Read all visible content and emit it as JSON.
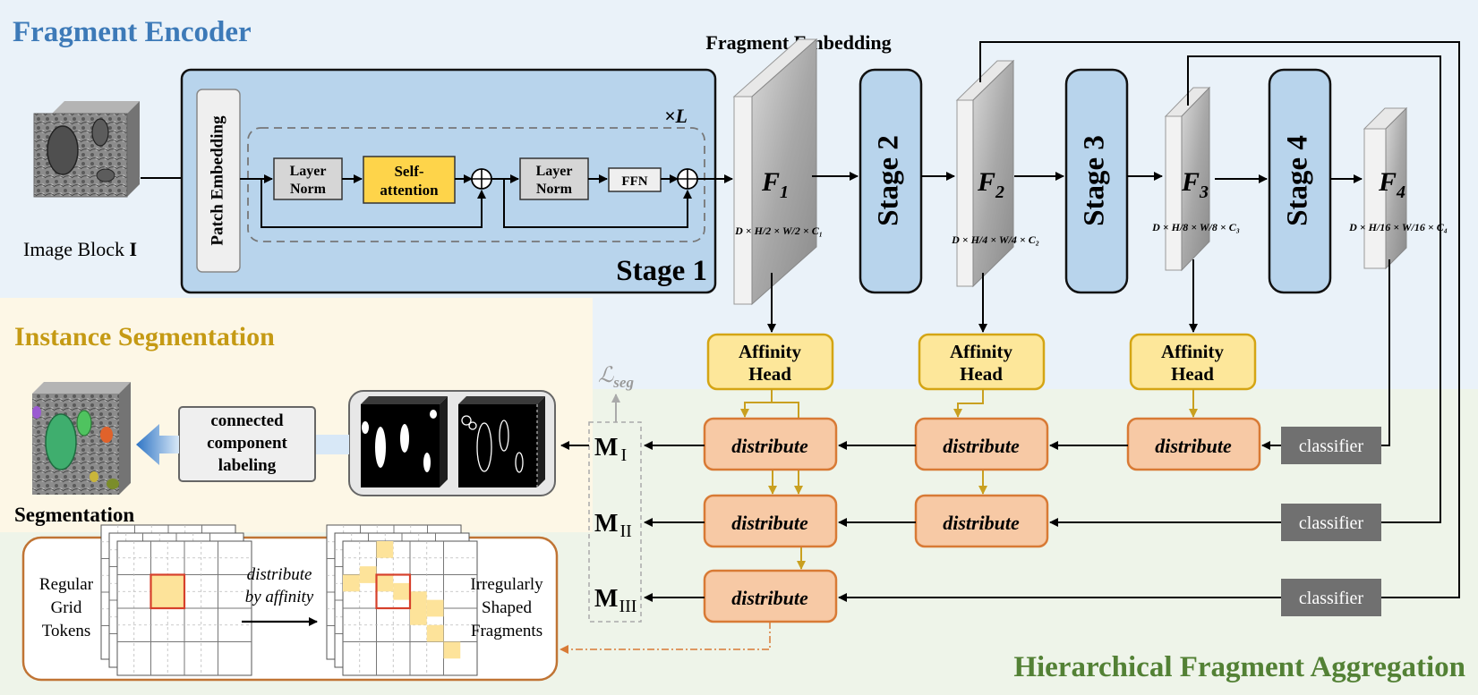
{
  "sections": {
    "encoder": "Fragment Encoder",
    "instance": "Instance Segmentation",
    "aggregation": "Hierarchical Fragment Aggregation"
  },
  "input": {
    "label_text": "Image Block ",
    "label_bold": "I"
  },
  "stage1": {
    "title": "Stage 1",
    "patch_embedding": "Patch Embedding",
    "repeat": "×L",
    "layer_norm_1": [
      "Layer",
      "Norm"
    ],
    "self_attention": [
      "Self-",
      "attention"
    ],
    "layer_norm_2": [
      "Layer",
      "Norm"
    ],
    "ffn": "FFN"
  },
  "fragment_embedding": "Fragment Embedding",
  "stages": [
    "Stage  2",
    "Stage  3",
    "Stage  4"
  ],
  "features": [
    {
      "name": "F",
      "sub": "1",
      "dims": "D × H/2 × W/2 × C₁"
    },
    {
      "name": "F",
      "sub": "2",
      "dims": "D × H/4 × W/4 × C₂"
    },
    {
      "name": "F",
      "sub": "3",
      "dims": "D × H/8 × W/8 × C₃"
    },
    {
      "name": "F",
      "sub": "4",
      "dims": "D × H/16 × W/16 × C₄"
    }
  ],
  "affinity_head": [
    "Affinity",
    "Head"
  ],
  "distribute": "distribute",
  "classifier": "classifier",
  "loss": {
    "symbol": "ℒ",
    "sub": "seg"
  },
  "masks": [
    {
      "letter": "M",
      "sub": "I"
    },
    {
      "letter": "M",
      "sub": "II"
    },
    {
      "letter": "M",
      "sub": "III"
    }
  ],
  "ccl": [
    "connected",
    "component",
    "labeling"
  ],
  "segmentation": "Segmentation",
  "inset": {
    "left": [
      "Regular",
      "Grid",
      "Tokens"
    ],
    "middle": [
      "distribute",
      "by affinity"
    ],
    "right": [
      "Irregularly",
      "Shaped",
      "Fragments"
    ]
  },
  "colors": {
    "encoder_bg": "#eaf2f9",
    "stage_fill": "#b8d4ec",
    "instance_bg": "#fdf7e6",
    "aggregation_bg": "#eef4e9",
    "encoder_title": "#3d7ab8",
    "instance_title": "#c59a14",
    "aggregation_title": "#538135",
    "affinity_fill": "#fde79a",
    "affinity_stroke": "#d4a514",
    "distribute_fill": "#f7c9a5",
    "distribute_stroke": "#d87a35",
    "classifier_fill": "#707070",
    "gold_arrow": "#c9a020",
    "blue_arrow": "#2e74c4"
  }
}
